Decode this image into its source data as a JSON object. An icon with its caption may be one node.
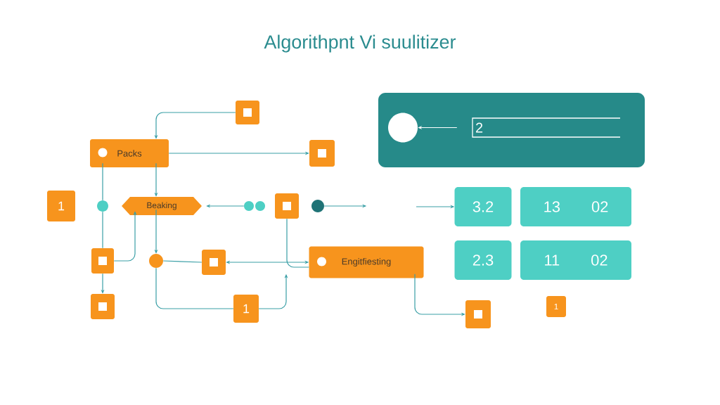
{
  "diagram": {
    "title": "Algorithpnt Vi suulitizer",
    "nodes": [
      {
        "text": [],
        "shape": "box"
      },
      {
        "text": [
          "Packs"
        ]
      },
      {
        "text": [],
        "shape": "box"
      },
      {
        "text": [],
        "shape": "box"
      },
      {
        "text": [],
        "shape": "circle",
        "in": 3
      },
      {
        "text": [
          "2"
        ],
        "in": 3
      },
      {
        "text": [
          "1"
        ]
      },
      {
        "text": [],
        "shape": "circle"
      },
      {
        "text": [
          "Beaking"
        ]
      },
      {
        "text": [],
        "shape": "circle"
      },
      {
        "text": [],
        "shape": "box"
      },
      {
        "text": [],
        "shape": "circle"
      },
      {
        "text": [
          "3.2"
        ]
      },
      {
        "text": [
          "13",
          "02"
        ]
      },
      {
        "text": [
          "Engitfiesting"
        ]
      },
      {
        "text": [
          "2.3"
        ]
      },
      {
        "text": [
          "11",
          "02"
        ]
      },
      {
        "text": [],
        "shape": "box"
      },
      {
        "text": [],
        "shape": "circle"
      },
      {
        "text": [],
        "shape": "box"
      },
      {
        "text": [],
        "shape": "box"
      },
      {
        "text": [
          "1"
        ]
      },
      {
        "text": [],
        "shape": "box"
      },
      {
        "text": [
          "1"
        ]
      }
    ],
    "edges": [
      {
        "from": 0,
        "to": 1,
        "arrow": "to"
      },
      {
        "from": 1,
        "to": 2,
        "arrow": "to"
      },
      {
        "from": 1,
        "to": 8,
        "arrow": "to"
      },
      {
        "from": 1,
        "to": 7,
        "arrow": "none"
      },
      {
        "from": 7,
        "to": 17,
        "arrow": "none"
      },
      {
        "from": 17,
        "to": 20,
        "arrow": "to"
      },
      {
        "from": 17,
        "to": 8,
        "arrow": "to"
      },
      {
        "from": 8,
        "to": 18,
        "arrow": "to"
      },
      {
        "from": 18,
        "to": 19,
        "arrow": "none"
      },
      {
        "from": 18,
        "to": 21,
        "arrow": "none"
      },
      {
        "from": 21,
        "to": 14,
        "arrow": "to"
      },
      {
        "from": 19,
        "to": 14,
        "arrow": "both"
      },
      {
        "from": 10,
        "to": 14,
        "arrow": "none"
      },
      {
        "from": 9,
        "to": 8,
        "arrow": "to"
      },
      {
        "from": 11,
        "to": null,
        "arrow": "to"
      },
      {
        "from": null,
        "to": 12,
        "arrow": "to"
      },
      {
        "from": 14,
        "to": 22,
        "arrow": "to"
      },
      {
        "from": 5,
        "to": 4,
        "arrow": "to",
        "color": "#ffffff"
      }
    ]
  }
}
